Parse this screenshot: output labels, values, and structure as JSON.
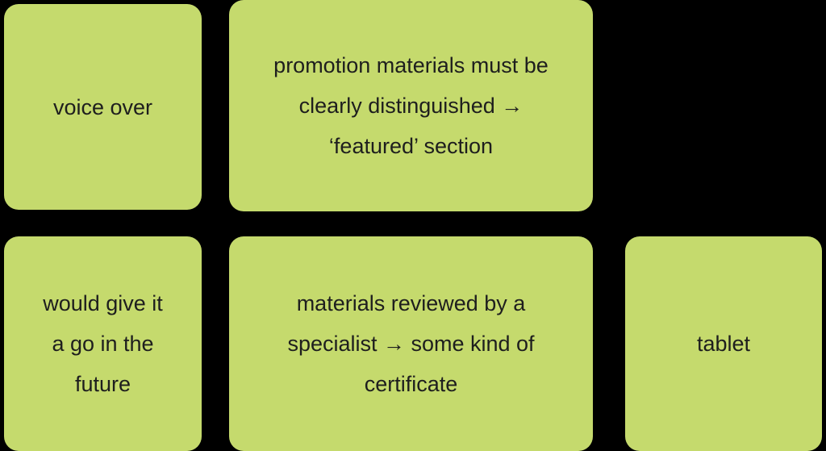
{
  "colors": {
    "board_background": "#000000",
    "note_background": "#c5da6d",
    "note_text": "#1e1e1e"
  },
  "notes": [
    {
      "text": "voice over"
    },
    {
      "text": "promotion materials must be\nclearly distinguished →\n‘featured’ section"
    },
    {
      "text": "would give it\na go in the\nfuture"
    },
    {
      "text": "materials reviewed by a\nspecialist → some kind of\ncertificate"
    },
    {
      "text": "tablet"
    }
  ]
}
